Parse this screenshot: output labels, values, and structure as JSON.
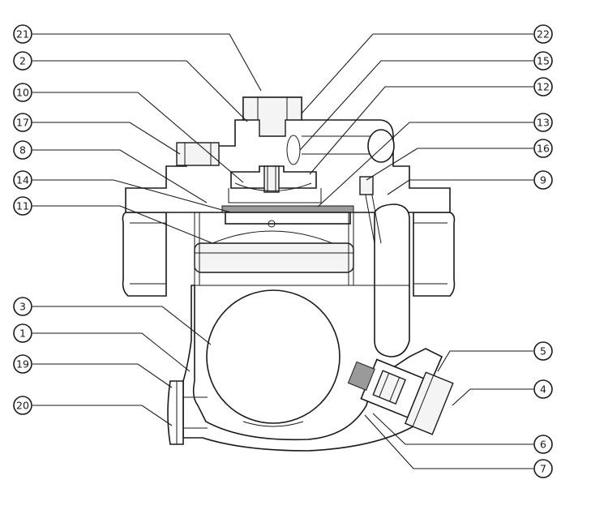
{
  "callouts": {
    "c21": "21",
    "c2": "2",
    "c10": "10",
    "c17": "17",
    "c8": "8",
    "c14": "14",
    "c11": "11",
    "c3": "3",
    "c1": "1",
    "c19": "19",
    "c20": "20",
    "c22": "22",
    "c15": "15",
    "c12": "12",
    "c13": "13",
    "c16": "16",
    "c9": "9",
    "c5": "5",
    "c4": "4",
    "c6": "6",
    "c7": "7"
  }
}
